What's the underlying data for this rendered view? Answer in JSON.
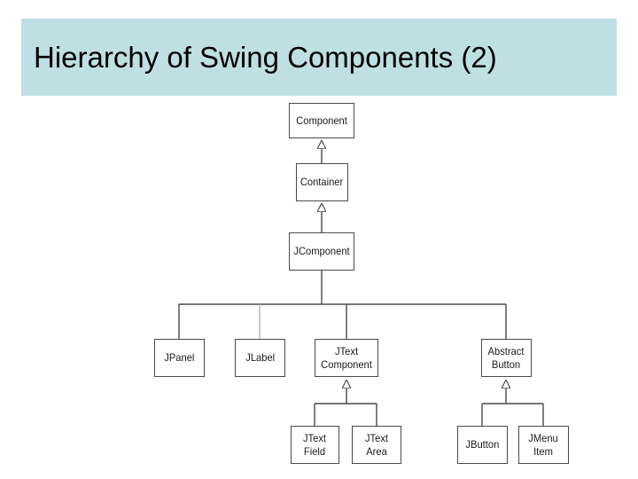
{
  "slide": {
    "title": "Hierarchy of Swing Components (2)",
    "banner_color": "#bfe0e2",
    "background_color": "#ffffff",
    "title_color": "#000000"
  },
  "diagram": {
    "type": "uml-class-hierarchy",
    "relation": "inheritance (generalization)",
    "line_color": "#4a4a4a",
    "box_fill": "#ffffff",
    "box_border": "#4a4a4a",
    "nodes": [
      {
        "id": "component",
        "label": "Component",
        "parent": null
      },
      {
        "id": "container",
        "label": "Container",
        "parent": "component"
      },
      {
        "id": "jcomponent",
        "label": "JComponent",
        "parent": "container"
      },
      {
        "id": "jpanel",
        "label": "JPanel",
        "parent": "jcomponent"
      },
      {
        "id": "jlabel",
        "label": "JLabel",
        "parent": "jcomponent"
      },
      {
        "id": "jtextcomponent",
        "label": "JText\nComponent",
        "parent": "jcomponent"
      },
      {
        "id": "abstractbutton",
        "label": "Abstract\nButton",
        "parent": "jcomponent"
      },
      {
        "id": "jtextfield",
        "label": "JText\nField",
        "parent": "jtextcomponent"
      },
      {
        "id": "jtextarea",
        "label": "JText\nArea",
        "parent": "jtextcomponent"
      },
      {
        "id": "jbutton",
        "label": "JButton",
        "parent": "abstractbutton"
      },
      {
        "id": "jmenuitem",
        "label": "JMenu\nItem",
        "parent": "abstractbutton"
      }
    ]
  }
}
